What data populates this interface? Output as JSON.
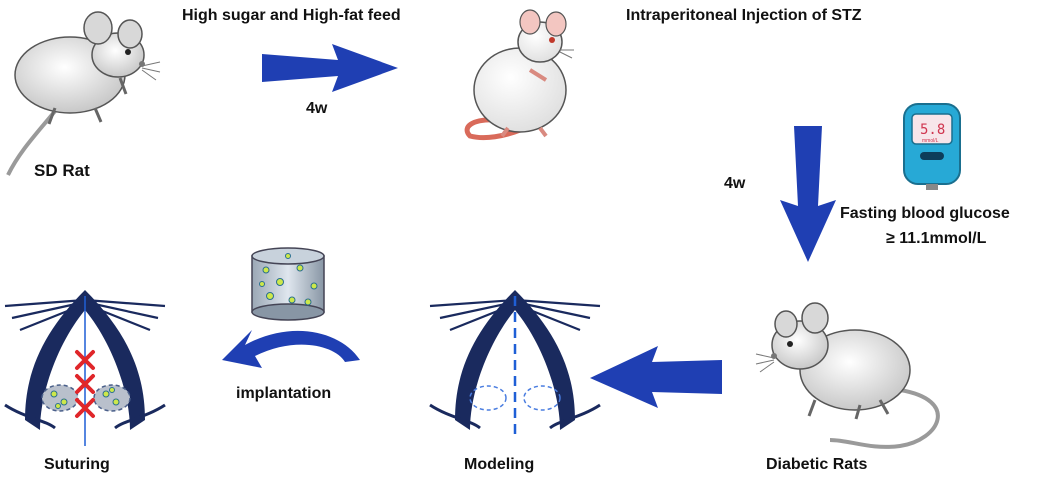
{
  "steps": {
    "feed_label": "High sugar and High-fat feed",
    "injection_label": "Intraperitoneal Injection of STZ",
    "duration_1": "4w",
    "duration_2": "4w",
    "sd_rat_label": "SD Rat",
    "glucose_label_line1": "Fasting blood glucose",
    "glucose_label_line2": "≥ 11.1mmol/L",
    "diabetic_label": "Diabetic Rats",
    "modeling_label": "Modeling",
    "implantation_label": "implantation",
    "suturing_label": "Suturing"
  },
  "glucometer": {
    "reading": "5.8",
    "unit": "mmol/L"
  },
  "colors": {
    "arrow_blue": "#1f3fb3",
    "wound_navy": "#1a2a5e",
    "suture_red": "#e0262a",
    "rat_tail": "#d96a5a"
  }
}
